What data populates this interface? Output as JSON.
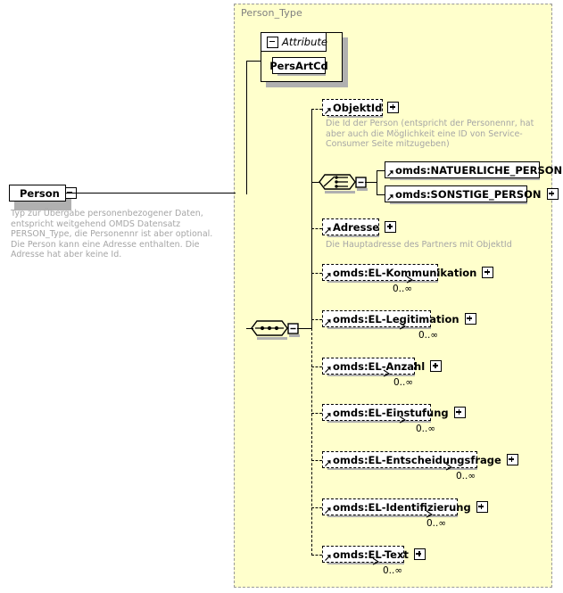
{
  "diagram": {
    "kind": "xsd-schema-diagram",
    "root_element": {
      "name": "Person",
      "expander": "minus-icon",
      "documentation": "Typ zur Übergabe personenbezogener Daten, entspricht weitgehend OMDS Datensatz PERSON_Type, die Personennr ist aber optional. Die Person kann eine Adresse enthalten. Die Adresse hat aber keine Id."
    },
    "type_panel": {
      "label": "Person_Type",
      "attribute_group": {
        "label": "Attribute",
        "expander": "minus-icon",
        "attributes": [
          {
            "name": "PersArtCd"
          }
        ]
      },
      "compositor_sequence": "sequence-icon",
      "compositor_choice": "choice-icon",
      "members": [
        {
          "name": "ObjektId",
          "optional": true,
          "expander": "plus-icon",
          "cardinality": "",
          "documentation": "Die Id der Person (entspricht der Personennr, hat aber auch die Möglichkeit eine ID von Service-Consumer Seite mitzugeben)"
        },
        {
          "name": "omds:NATUERLICHE_PERSON",
          "optional": false,
          "expander": "plus-icon",
          "cardinality": "",
          "documentation": ""
        },
        {
          "name": "omds:SONSTIGE_PERSON",
          "optional": false,
          "expander": "plus-icon",
          "cardinality": "",
          "documentation": ""
        },
        {
          "name": "Adresse",
          "optional": true,
          "expander": "plus-icon",
          "cardinality": "",
          "documentation": "Die Hauptadresse des Partners mit ObjektId"
        },
        {
          "name": "omds:EL-Kommunikation",
          "optional": true,
          "expander": "plus-icon",
          "cardinality": "0..∞",
          "documentation": ""
        },
        {
          "name": "omds:EL-Legitimation",
          "optional": true,
          "expander": "plus-icon",
          "cardinality": "0..∞",
          "documentation": ""
        },
        {
          "name": "omds:EL-Anzahl",
          "optional": true,
          "expander": "plus-icon",
          "cardinality": "0..∞",
          "documentation": ""
        },
        {
          "name": "omds:EL-Einstufung",
          "optional": true,
          "expander": "plus-icon",
          "cardinality": "0..∞",
          "documentation": ""
        },
        {
          "name": "omds:EL-Entscheidungsfrage",
          "optional": true,
          "expander": "plus-icon",
          "cardinality": "0..∞",
          "documentation": ""
        },
        {
          "name": "omds:EL-Identifizierung",
          "optional": true,
          "expander": "plus-icon",
          "cardinality": "0..∞",
          "documentation": ""
        },
        {
          "name": "omds:EL-Text",
          "optional": true,
          "expander": "plus-icon",
          "cardinality": "0..∞",
          "documentation": ""
        }
      ]
    },
    "colors": {
      "panel_background": "#ffffcc",
      "panel_border": "#999999",
      "panel_label_text": "#7f7f7f",
      "documentation_text": "#a6a6a6",
      "box_background": "#ffffff",
      "box_border": "#000000",
      "shadow": "#b0b0b0"
    }
  }
}
